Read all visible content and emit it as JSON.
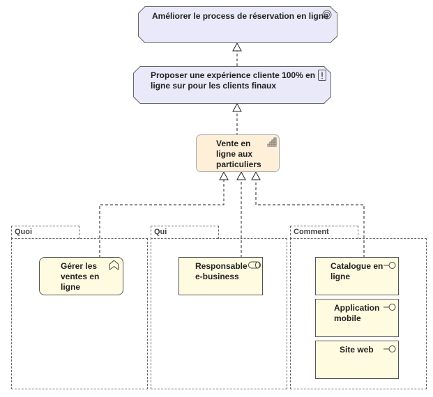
{
  "goal_top": {
    "label": "Améliorer le process de réservation en ligne"
  },
  "goal_mid": {
    "label_line1": "Proposer une expérience cliente 100% en",
    "label_line2": "ligne sur pour les clients finaux"
  },
  "value_stream": {
    "label_line1": "Vente en",
    "label_line2": "ligne aux",
    "label_line3": "particuliers"
  },
  "groups": [
    {
      "title": "Quoi"
    },
    {
      "title": "Qui"
    },
    {
      "title": "Comment"
    }
  ],
  "capability": {
    "label_line1": "Gérer les",
    "label_line2": "ventes en",
    "label_line3": "ligne"
  },
  "role": {
    "label_line1": "Responsable",
    "label_line2": "e-business"
  },
  "services": [
    {
      "label_line1": "Catalogue en",
      "label_line2": "ligne"
    },
    {
      "label_line1": "Application",
      "label_line2": "mobile"
    },
    {
      "label_line1": "Site web",
      "label_line2": ""
    }
  ]
}
